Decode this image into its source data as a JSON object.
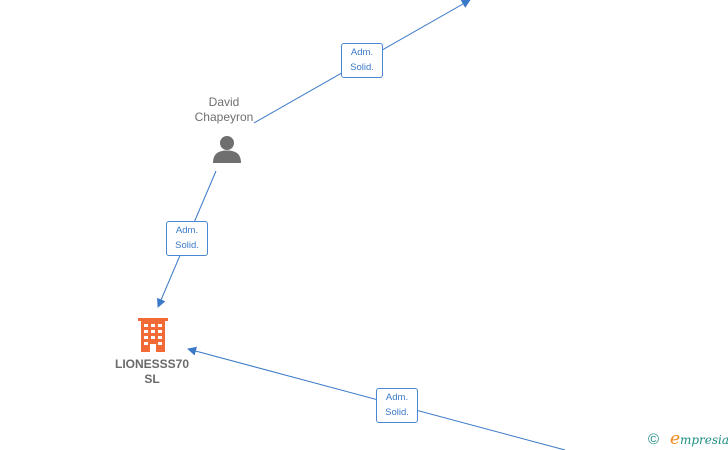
{
  "nodes": {
    "person": {
      "name_line1": "David",
      "name_line2": "Chapeyron",
      "icon": "person-icon"
    },
    "company": {
      "name_line1": "LIONESSS70",
      "name_line2": "SL",
      "icon": "building-icon"
    }
  },
  "edges": {
    "top": {
      "line1": "Adm.",
      "line2": "Solid."
    },
    "middle": {
      "line1": "Adm.",
      "line2": "Solid."
    },
    "bottom": {
      "line1": "Adm.",
      "line2": "Solid."
    }
  },
  "brand": {
    "copyright": "©",
    "e": "e",
    "name": "mpresia"
  },
  "colors": {
    "edge": "#3a78c8",
    "person_icon": "#6f6f6f",
    "company_icon": "#f26a35"
  }
}
